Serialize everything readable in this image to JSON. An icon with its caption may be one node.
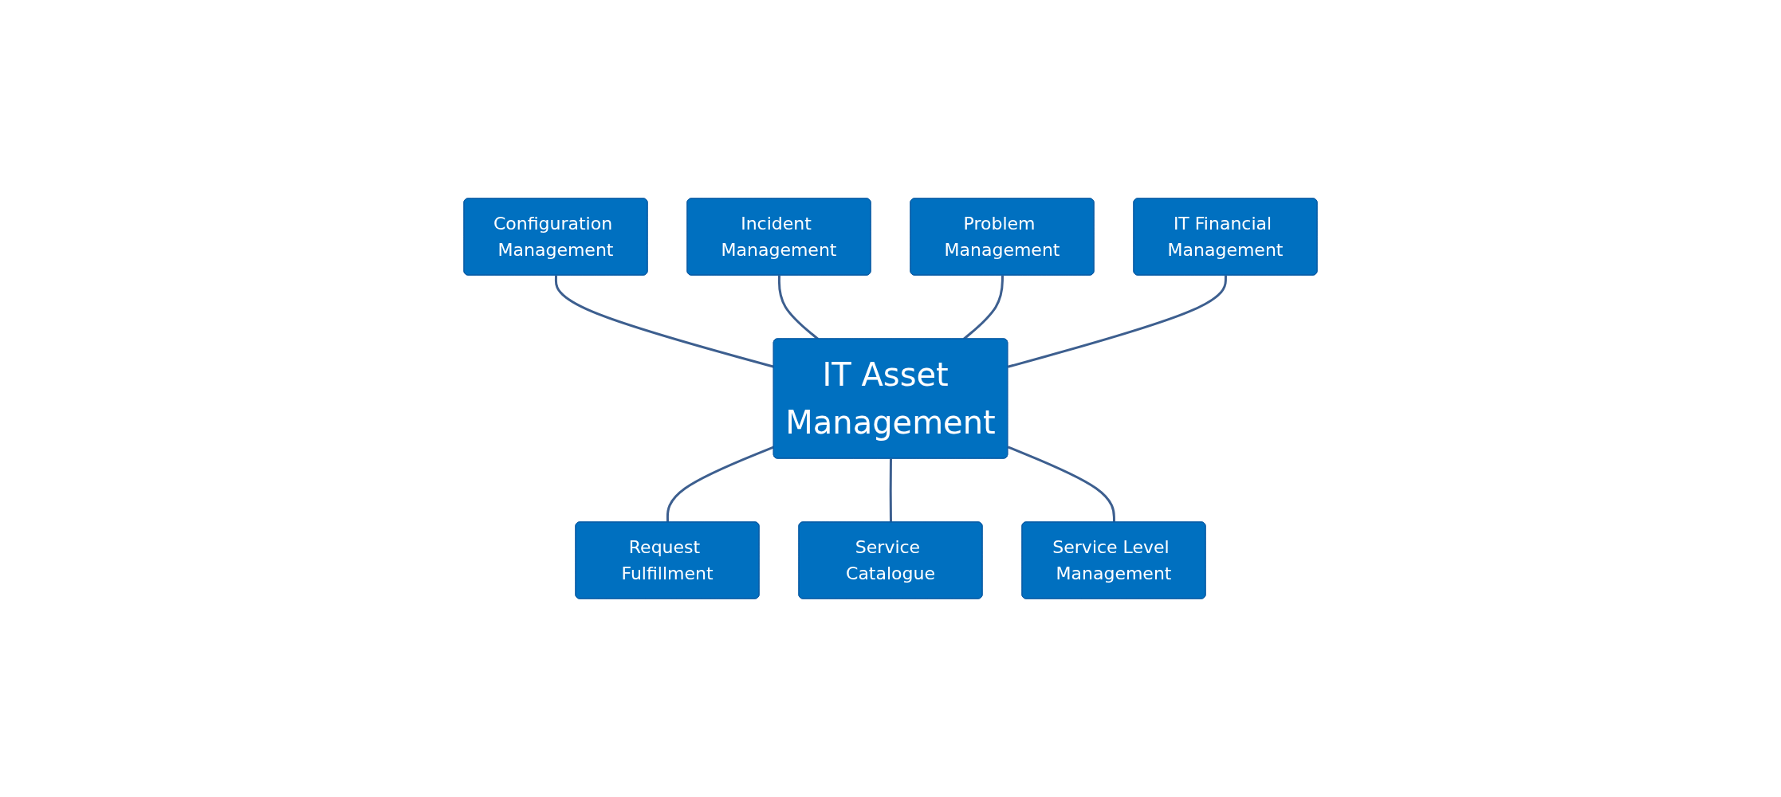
{
  "diagram": {
    "nodes": [
      {
        "text": [
          "Configuration Management"
        ]
      },
      {
        "text": [
          "Incident Management"
        ]
      },
      {
        "text": [
          "Problem Management"
        ]
      },
      {
        "text": [
          "IT Asset Management"
        ]
      },
      {
        "text": [
          "IT Financial Management"
        ]
      },
      {
        "text": [
          "Request Fulfillment"
        ]
      },
      {
        "text": [
          "Service Catalogue"
        ]
      },
      {
        "text": [
          "Service Level Management"
        ]
      }
    ],
    "edges": [
      {
        "from": 0,
        "to": 3,
        "arrow": "none"
      },
      {
        "from": 1,
        "to": 3,
        "arrow": "none"
      },
      {
        "from": 2,
        "to": 3,
        "arrow": "none"
      },
      {
        "from": 4,
        "to": 3,
        "arrow": "none"
      },
      {
        "from": 3,
        "to": 5,
        "arrow": "none"
      },
      {
        "from": 3,
        "to": 6,
        "arrow": "none"
      },
      {
        "from": 3,
        "to": 7,
        "arrow": "none"
      }
    ]
  }
}
